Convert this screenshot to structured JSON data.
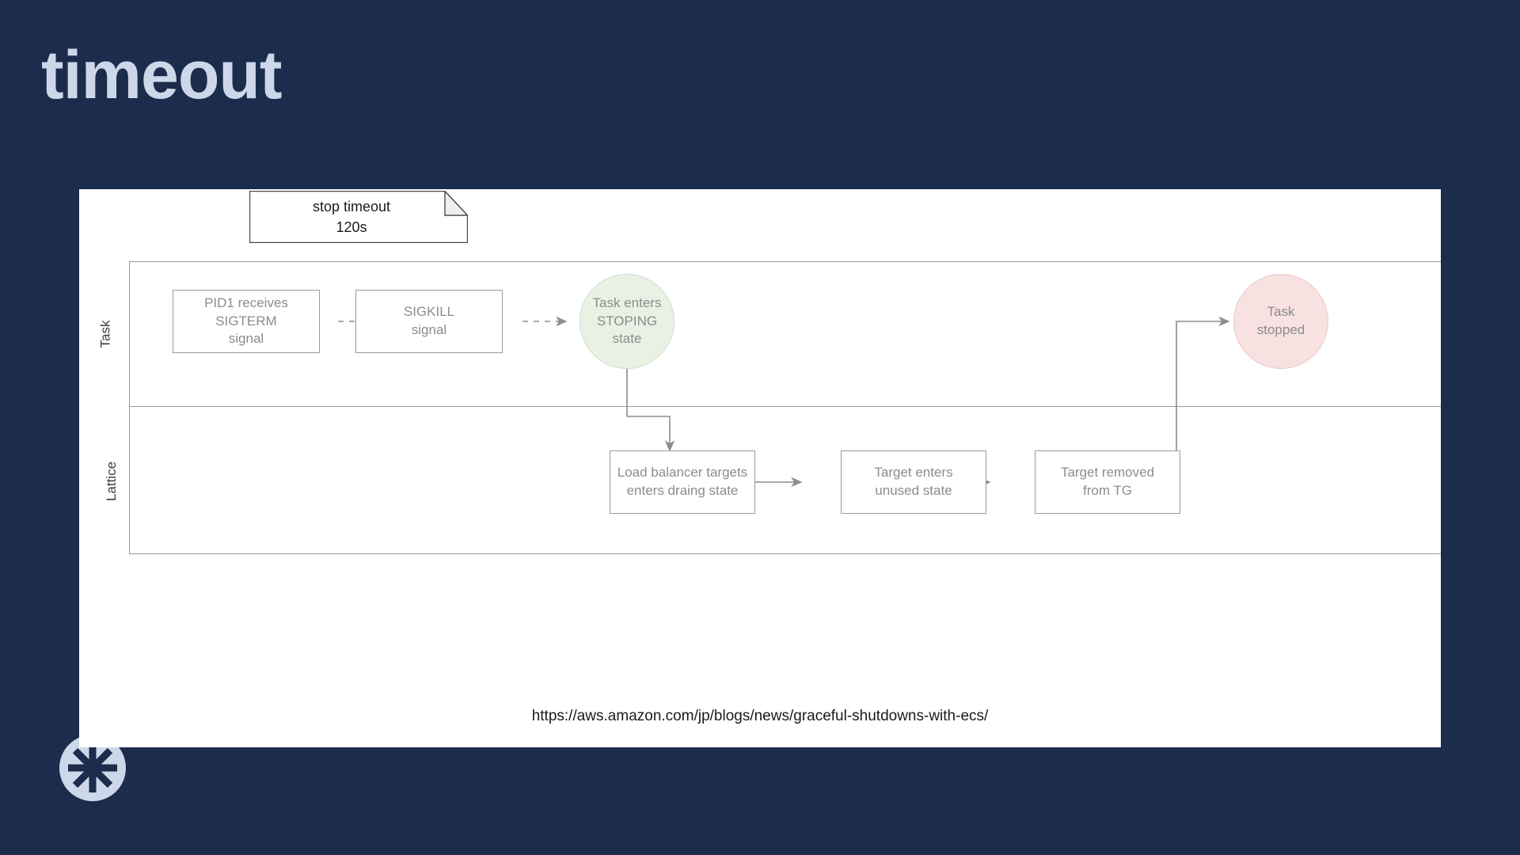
{
  "slide": {
    "title": "timeout",
    "background_color": "#1c2c4c",
    "title_color": "#ccd8ea",
    "panel_color": "#ffffff"
  },
  "logo": {
    "name": "asterisk-logo",
    "circle_color": "#ccd8ea",
    "glyph_color": "#1c2c4c"
  },
  "note": {
    "lines": "stop timeout\n120s",
    "fold_fill": "#f0f0f0",
    "border_color": "#4a4a4a"
  },
  "pool": {
    "border_color": "#9b9b9b",
    "lanes": [
      {
        "id": "task",
        "label": "Task"
      },
      {
        "id": "lattice",
        "label": "Lattice"
      }
    ]
  },
  "nodes": {
    "pid1": {
      "label": "PID1 receives\nSIGTERM\nsignal"
    },
    "sigkill": {
      "label": "SIGKILL\nsignal"
    },
    "stoping": {
      "label": "Task enters\nSTOPING\nstate",
      "fill": "#e9f1e4"
    },
    "task_stopped": {
      "label": "Task\nstopped",
      "fill": "#f7e1e1"
    },
    "lb_draining": {
      "label": "Load balancer targets\nenters draing state"
    },
    "target_unused": {
      "label": "Target enters\nunused state"
    },
    "target_removed": {
      "label": "Target removed\nfrom TG"
    }
  },
  "connectors": {
    "line_color": "#8c8c8c",
    "edges": [
      {
        "from": "pid1",
        "to": "sigkill",
        "style": "dashed"
      },
      {
        "from": "sigkill",
        "to": "stoping",
        "style": "dashed"
      },
      {
        "from": "stoping",
        "to": "lb_draining",
        "style": "solid"
      },
      {
        "from": "lb_draining",
        "to": "target_unused",
        "style": "solid"
      },
      {
        "from": "target_unused",
        "to": "target_removed",
        "style": "solid"
      },
      {
        "from": "target_removed",
        "to": "task_stopped",
        "style": "solid"
      }
    ]
  },
  "source": {
    "url": "https://aws.amazon.com/jp/blogs/news/graceful-shutdowns-with-ecs/"
  }
}
